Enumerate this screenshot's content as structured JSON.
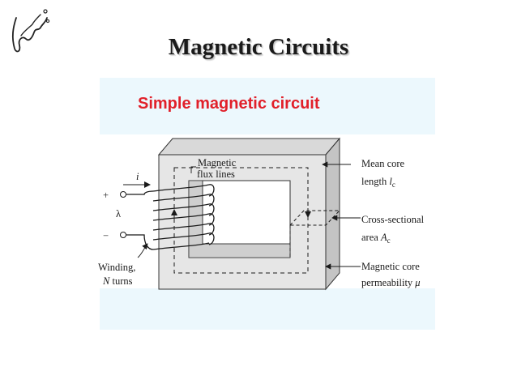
{
  "slide": {
    "title": "Magnetic Circuits"
  },
  "logo": {
    "signature_text": "Jenano"
  },
  "figure": {
    "header": "Simple magnetic circuit",
    "labels": {
      "current": "i",
      "plus": "+",
      "lambda": "λ",
      "minus": "−",
      "flux_lines_1": "Magnetic",
      "flux_lines_2": "flux lines",
      "winding_1": "Winding,",
      "winding_n": "N",
      "winding_2": " turns",
      "mean_core_1": "Mean core",
      "mean_core_2": "length ",
      "mean_core_sym": "l",
      "mean_core_sub": "c",
      "cross_1": "Cross-sectional",
      "cross_2": "area ",
      "cross_sym": "A",
      "cross_sub": "c",
      "perm_1": "Magnetic core",
      "perm_2": "permeability ",
      "perm_sym": "μ"
    },
    "colors": {
      "header": "#e1202a",
      "panel": "#ecf8fd",
      "core_face": "#e6e6e6",
      "core_side": "#cfcfcf"
    }
  }
}
